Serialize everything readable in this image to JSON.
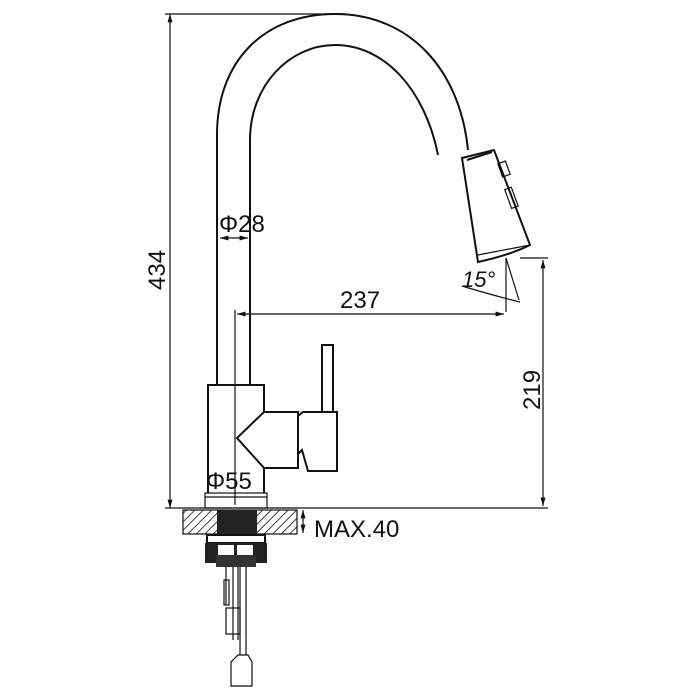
{
  "drawing": {
    "title": "Pull-down kitchen faucet dimension drawing",
    "dimensions": {
      "total_height": "434",
      "spout_diameter": "Φ28",
      "reach": "237",
      "outlet_height": "219",
      "spray_angle": "15°",
      "base_diameter": "Φ55",
      "max_deck_thickness": "MAX.40"
    },
    "line_color": "#111111"
  }
}
